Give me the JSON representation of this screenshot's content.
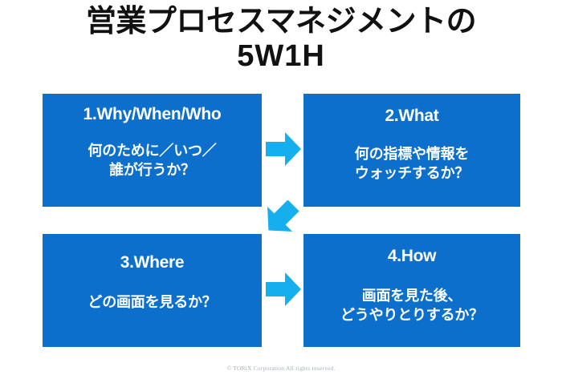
{
  "slide": {
    "background_color": "#ffffff",
    "box_color": "#0C6FCB",
    "arrow_color": "#15AFF0",
    "title_color": "#111111",
    "footer_color": "#a8b0bb"
  },
  "title": {
    "line1": "営業プロセスマネジメントの",
    "line2": "5W1H"
  },
  "boxes": [
    {
      "id": "box-1",
      "heading": "1.Why/When/Who",
      "body": "何のために／いつ／\n誰が行うか？"
    },
    {
      "id": "box-2",
      "heading": "2.What",
      "body": "何の指標や情報を\nウォッチするか？"
    },
    {
      "id": "box-3",
      "heading": "3.Where",
      "body": "どの画面を見るか？"
    },
    {
      "id": "box-4",
      "heading": "4.How",
      "body": "画面を見た後、\nどうやりとりするか？"
    }
  ],
  "arrows": [
    {
      "id": "arrow-1",
      "icon": "arrow-right-icon",
      "direction": "right",
      "from": "box-1",
      "to": "box-2"
    },
    {
      "id": "arrow-2",
      "icon": "arrow-down-left-icon",
      "direction": "down-left",
      "from": "box-2",
      "to": "box-3"
    },
    {
      "id": "arrow-3",
      "icon": "arrow-right-icon",
      "direction": "right",
      "from": "box-3",
      "to": "box-4"
    }
  ],
  "footer": {
    "copyright": "© TORiX Corporation All rights reserved."
  }
}
